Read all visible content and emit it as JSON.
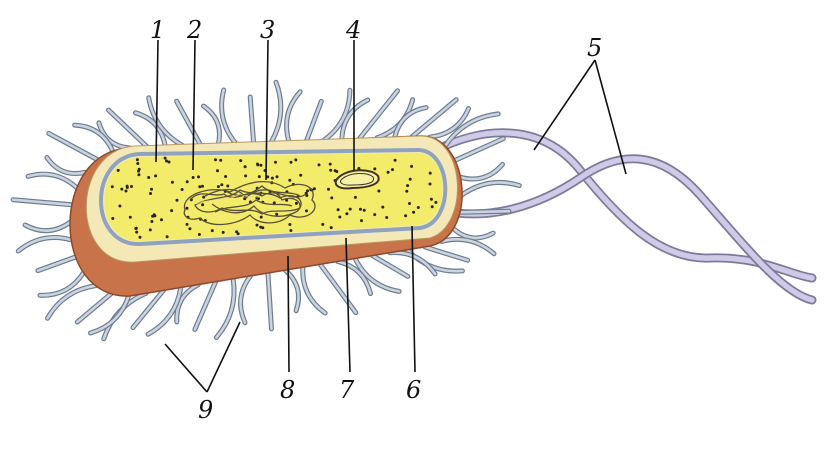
{
  "diagram": {
    "labels": {
      "l1": "1",
      "l2": "2",
      "l3": "3",
      "l4": "4",
      "l5": "5",
      "l6": "6",
      "l7": "7",
      "l8": "8",
      "l9": "9"
    },
    "colors": {
      "capsule": "#c8734a",
      "cell_wall": "#f4e9b6",
      "membrane": "#8fa3bf",
      "cytoplasm": "#f3eb6a",
      "ribosome": "#2b2417",
      "pili": "#aab8cc",
      "flagella": "#b8b3d8"
    }
  }
}
